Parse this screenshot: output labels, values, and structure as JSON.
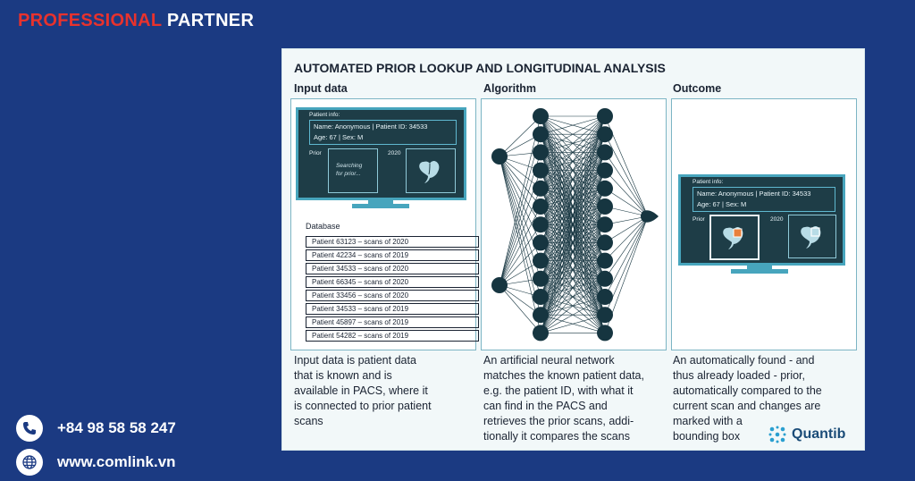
{
  "brand": {
    "part1": "PROFESSIONAL",
    "part2": "PARTNER"
  },
  "contact": {
    "phone": "+84 98 58 58 247",
    "website": "www.comlink.vn"
  },
  "diagram": {
    "title": "AUTOMATED PRIOR LOOKUP AND LONGITUDINAL ANALYSIS",
    "columns": {
      "input": "Input data",
      "algorithm": "Algorithm",
      "outcome": "Outcome"
    },
    "monitor": {
      "patient_info_label": "Patient info:",
      "line1": "Name: Anonymous | Patient ID: 34533",
      "line2": "Age: 67 | Sex: M",
      "prior_label": "Prior",
      "year_label": "2020",
      "searching_line1": "Searching",
      "searching_line2": "for prior..."
    },
    "database": {
      "title": "Database",
      "rows": [
        "Patient 63123 – scans of 2020",
        "Patient 42234 – scans of 2019",
        "Patient 34533 – scans of 2020",
        "Patient 66345 – scans of 2020",
        "Patient 33456 – scans of 2020",
        "Patient 34533 – scans of 2019",
        "Patient 45897 – scans of 2019",
        "Patient 54282 – scans of 2019"
      ]
    },
    "captions": {
      "input": [
        "Input data is patient data",
        "that is known and is",
        "available in PACS, where it",
        "is connected to prior patient",
        "scans"
      ],
      "algorithm": [
        "An artificial neural network",
        "matches the known patient data,",
        "e.g. the patient ID, with what it",
        "can find in the PACS and",
        "retrieves the prior scans, addi-",
        "tionally it compares the scans"
      ],
      "outcome": [
        "An automatically found - and",
        "thus already loaded - prior,",
        "automatically compared to the",
        "current scan and changes are",
        "marked with a",
        "bounding box"
      ]
    },
    "logo": "Quantib"
  },
  "colors": {
    "background": "#1b3a82",
    "brand_red": "#e8322d",
    "accent_teal": "#47a5bd",
    "screen": "#1e3d47",
    "node": "#163540"
  }
}
